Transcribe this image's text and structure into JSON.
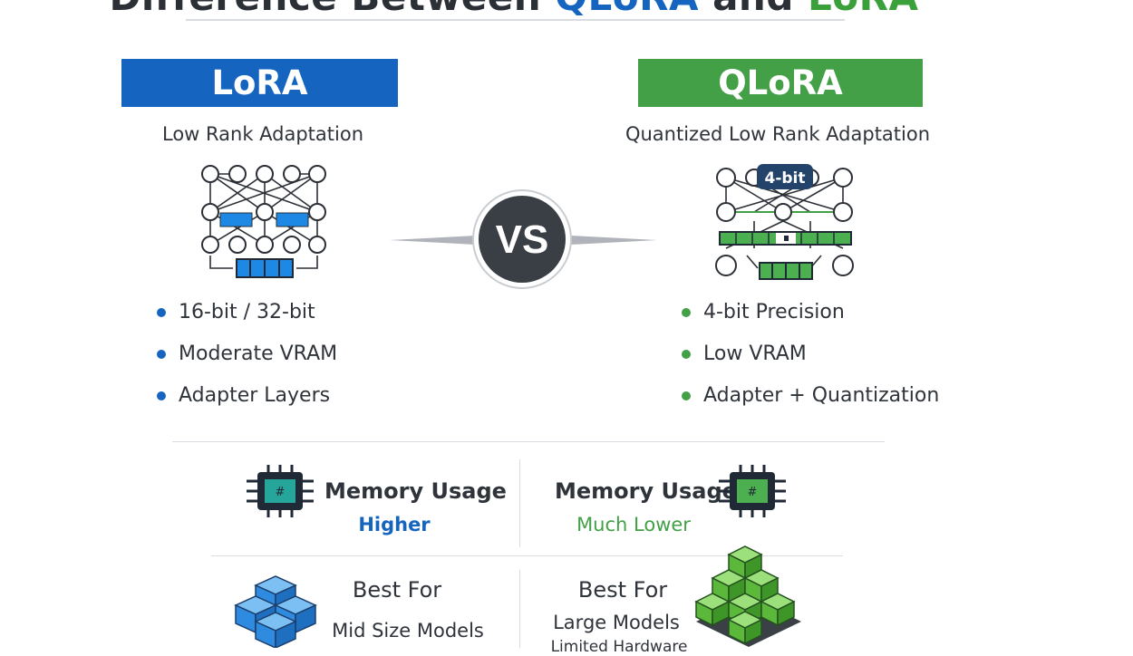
{
  "header": {
    "title_part1": "Difference Between ",
    "title_qlora": "QLoRA",
    "title_and": " and ",
    "title_lora": "LoRA"
  },
  "lora": {
    "name": "LoRA",
    "subtitle": "Low Rank Adaptation",
    "bullets": [
      "16-bit / 32-bit",
      "Moderate VRAM",
      "Adapter Layers"
    ]
  },
  "qlora": {
    "name": "QLoRA",
    "subtitle": "Quantized Low Rank Adaptation",
    "badge": "4-bit",
    "bullets": [
      "4-bit Precision",
      "Low VRAM",
      "Adapter + Quantization"
    ]
  },
  "vs_label": "VS",
  "memory": {
    "lora_label": "Memory Usage",
    "lora_value": "Higher",
    "qlora_label": "Memory Usage",
    "qlora_value": "Much Lower"
  },
  "best_for": {
    "lora_label": "Best For",
    "lora_value": "Mid Size Models",
    "qlora_label": "Best For",
    "qlora_value": "Large Models",
    "qlora_value2": "Limited Hardware"
  },
  "colors": {
    "lora_blue": "#1565c0",
    "qlora_green": "#43a047",
    "dark": "#2b2f36"
  },
  "icons": [
    "neural-network-icon",
    "vs-badge-icon",
    "memory-chip-icon",
    "cube-stack-icon"
  ]
}
